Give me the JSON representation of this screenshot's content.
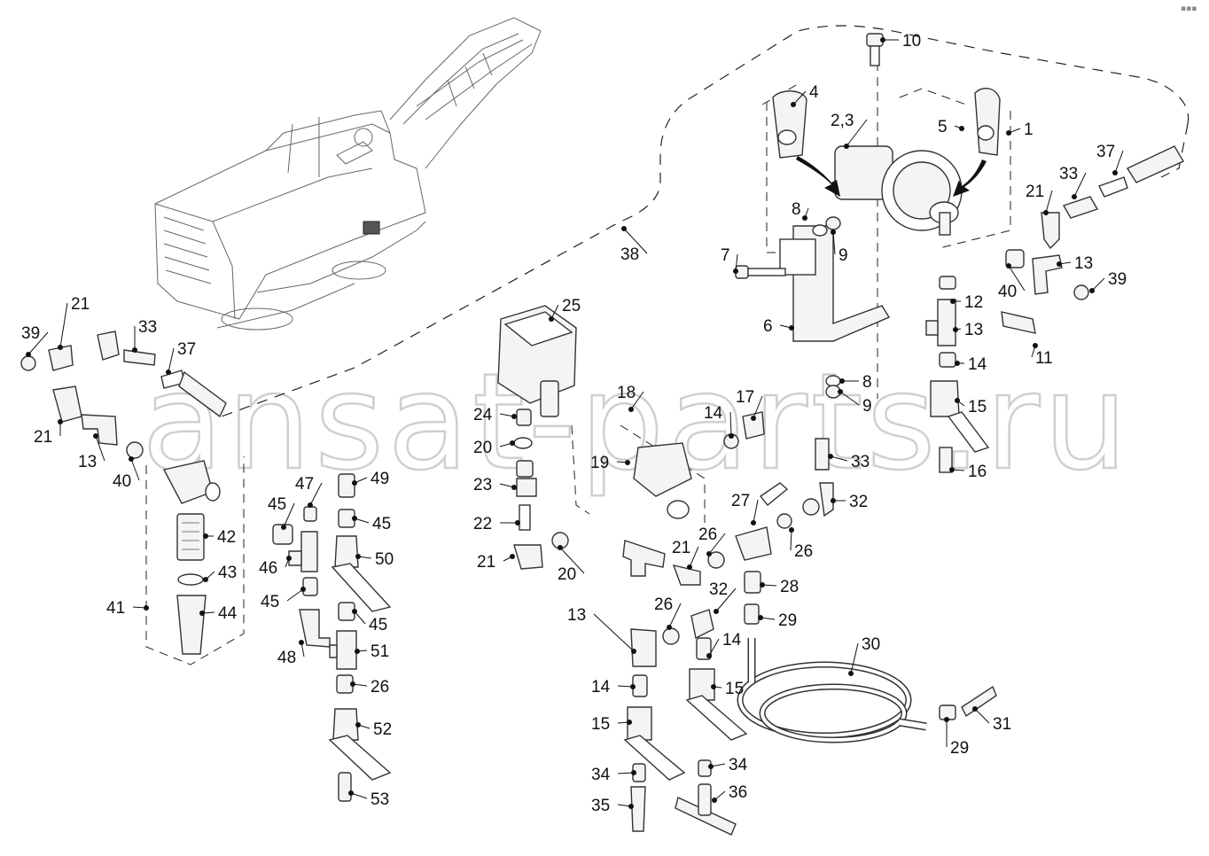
{
  "diagram": {
    "watermark": "ansat-parts.ru",
    "corner_mark": "▪▪▪",
    "callouts": [
      {
        "id": "c10",
        "text": "10"
      },
      {
        "id": "c4",
        "text": "4"
      },
      {
        "id": "c23a",
        "text": "2,3"
      },
      {
        "id": "c5",
        "text": "5"
      },
      {
        "id": "c1",
        "text": "1"
      },
      {
        "id": "c37r",
        "text": "37"
      },
      {
        "id": "c21r",
        "text": "21"
      },
      {
        "id": "c33r",
        "text": "33"
      },
      {
        "id": "c8a",
        "text": "8"
      },
      {
        "id": "c9a",
        "text": "9"
      },
      {
        "id": "c7",
        "text": "7"
      },
      {
        "id": "c38",
        "text": "38"
      },
      {
        "id": "c13r",
        "text": "13"
      },
      {
        "id": "c40r",
        "text": "40"
      },
      {
        "id": "c39r",
        "text": "39"
      },
      {
        "id": "c12",
        "text": "12"
      },
      {
        "id": "c6",
        "text": "6"
      },
      {
        "id": "c13c",
        "text": "13"
      },
      {
        "id": "c11",
        "text": "11"
      },
      {
        "id": "c14a",
        "text": "14"
      },
      {
        "id": "c8b",
        "text": "8"
      },
      {
        "id": "c9b",
        "text": "9"
      },
      {
        "id": "c15a",
        "text": "15"
      },
      {
        "id": "c16",
        "text": "16"
      },
      {
        "id": "c25",
        "text": "25"
      },
      {
        "id": "c21l",
        "text": "21"
      },
      {
        "id": "c33l",
        "text": "33"
      },
      {
        "id": "c39l",
        "text": "39"
      },
      {
        "id": "c37l",
        "text": "37"
      },
      {
        "id": "c21l2",
        "text": "21"
      },
      {
        "id": "c13l",
        "text": "13"
      },
      {
        "id": "c40l",
        "text": "40"
      },
      {
        "id": "c18",
        "text": "18"
      },
      {
        "id": "c24",
        "text": "24"
      },
      {
        "id": "c14b",
        "text": "14"
      },
      {
        "id": "c17",
        "text": "17"
      },
      {
        "id": "c20a",
        "text": "20"
      },
      {
        "id": "c19",
        "text": "19"
      },
      {
        "id": "c23",
        "text": "23"
      },
      {
        "id": "c22",
        "text": "22"
      },
      {
        "id": "c21m",
        "text": "21"
      },
      {
        "id": "c20b",
        "text": "20"
      },
      {
        "id": "c33m",
        "text": "33"
      },
      {
        "id": "c32a",
        "text": "32"
      },
      {
        "id": "c27",
        "text": "27"
      },
      {
        "id": "c26a",
        "text": "26"
      },
      {
        "id": "c26b",
        "text": "26"
      },
      {
        "id": "c21n",
        "text": "21"
      },
      {
        "id": "c28",
        "text": "28"
      },
      {
        "id": "c32b",
        "text": "32"
      },
      {
        "id": "c29a",
        "text": "29"
      },
      {
        "id": "c26c",
        "text": "26"
      },
      {
        "id": "c14c",
        "text": "14"
      },
      {
        "id": "c30",
        "text": "30"
      },
      {
        "id": "c13m",
        "text": "13"
      },
      {
        "id": "c15b",
        "text": "15"
      },
      {
        "id": "c14d",
        "text": "14"
      },
      {
        "id": "c15c",
        "text": "15"
      },
      {
        "id": "c31",
        "text": "31"
      },
      {
        "id": "c29b",
        "text": "29"
      },
      {
        "id": "c34a",
        "text": "34"
      },
      {
        "id": "c34b",
        "text": "34"
      },
      {
        "id": "c35",
        "text": "35"
      },
      {
        "id": "c36",
        "text": "36"
      },
      {
        "id": "c47",
        "text": "47"
      },
      {
        "id": "c49",
        "text": "49"
      },
      {
        "id": "c45a",
        "text": "45"
      },
      {
        "id": "c45b",
        "text": "45"
      },
      {
        "id": "c42",
        "text": "42"
      },
      {
        "id": "c46",
        "text": "46"
      },
      {
        "id": "c50",
        "text": "50"
      },
      {
        "id": "c43",
        "text": "43"
      },
      {
        "id": "c41",
        "text": "41"
      },
      {
        "id": "c44",
        "text": "44"
      },
      {
        "id": "c45c",
        "text": "45"
      },
      {
        "id": "c45d",
        "text": "45"
      },
      {
        "id": "c48",
        "text": "48"
      },
      {
        "id": "c51",
        "text": "51"
      },
      {
        "id": "c26d",
        "text": "26"
      },
      {
        "id": "c52",
        "text": "52"
      },
      {
        "id": "c53",
        "text": "53"
      }
    ]
  }
}
